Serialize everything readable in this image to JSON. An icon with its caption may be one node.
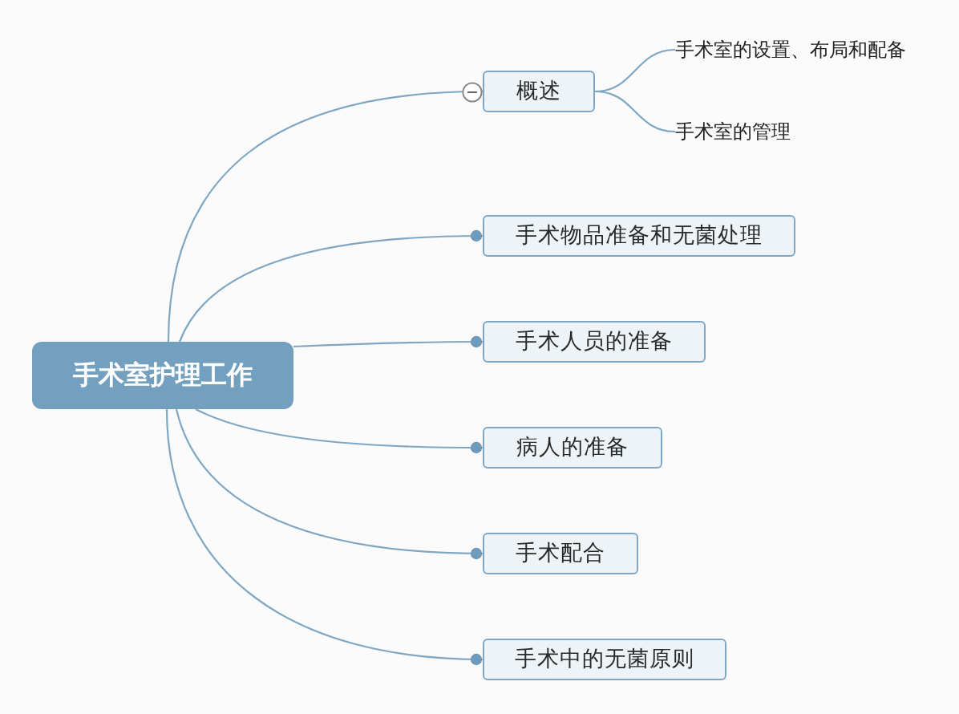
{
  "diagram": {
    "nodes": [
      {
        "text": [
          "手术室护理工作"
        ]
      },
      {
        "text": [
          "概述"
        ]
      },
      {
        "text": [
          "手术室的设置、布局和配备"
        ]
      },
      {
        "text": [
          "手术室的管理"
        ]
      },
      {
        "text": [
          "手术物品准备和无菌处理"
        ]
      },
      {
        "text": [
          "手术人员的准备"
        ]
      },
      {
        "text": [
          "病人的准备"
        ]
      },
      {
        "text": [
          "手术配合"
        ]
      },
      {
        "text": [
          "手术中的无菌原则"
        ]
      }
    ],
    "edges": [
      {
        "from": 0,
        "to": 1,
        "arrow": "none"
      },
      {
        "from": 1,
        "to": 2,
        "arrow": "none"
      },
      {
        "from": 1,
        "to": 3,
        "arrow": "none"
      },
      {
        "from": 0,
        "to": 4,
        "arrow": "other"
      },
      {
        "from": 0,
        "to": 5,
        "arrow": "other"
      },
      {
        "from": 0,
        "to": 6,
        "arrow": "other"
      },
      {
        "from": 0,
        "to": 7,
        "arrow": "other"
      },
      {
        "from": 0,
        "to": 8,
        "arrow": "other"
      }
    ]
  }
}
